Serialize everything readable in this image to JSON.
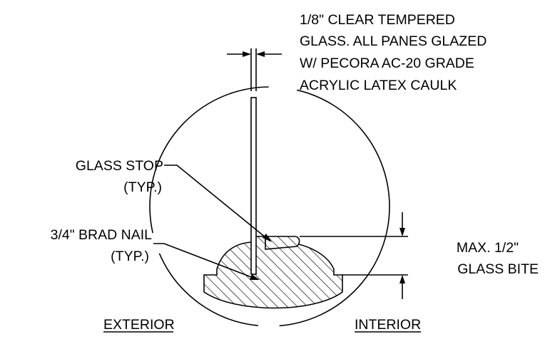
{
  "glass_note": {
    "lines": [
      "1/8\" CLEAR TEMPERED",
      "GLASS.  ALL PANES GLAZED",
      "W/ PECORA AC-20 GRADE",
      "ACRYLIC LATEX CAULK"
    ]
  },
  "glass_stop": {
    "line1": "GLASS STOP",
    "line2": "(TYP.)"
  },
  "brad_nail": {
    "line1": "3/4\" BRAD NAIL",
    "line2": "(TYP.)"
  },
  "glass_bite": {
    "line1": "MAX. 1/2\"",
    "line2": "GLASS BITE"
  },
  "sides": {
    "exterior": "EXTERIOR",
    "interior": "INTERIOR"
  }
}
